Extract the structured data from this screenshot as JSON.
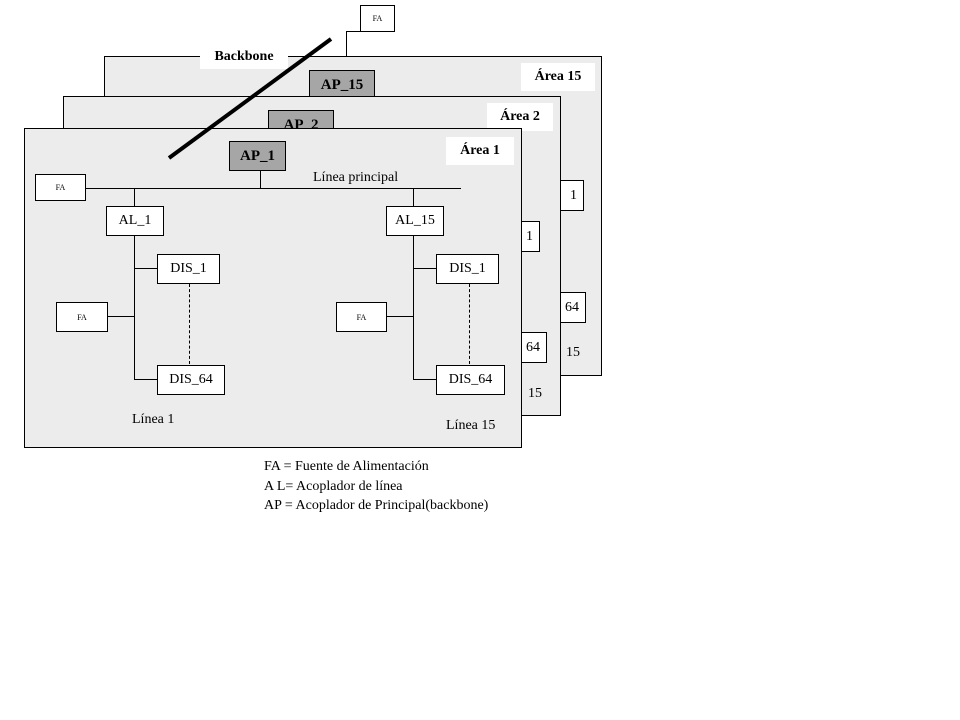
{
  "diagram": {
    "backbone_label": "Backbone",
    "area_labels": {
      "area15": "Área 15",
      "area2": "Área 2",
      "area1": "Área 1"
    },
    "couplers": {
      "ap15": "AP_15",
      "ap2": "AP_2",
      "ap1": "AP_1",
      "al1": "AL_1",
      "al15": "AL_15"
    },
    "devices": {
      "dis1": "DIS_1",
      "dis64": "DIS_64"
    },
    "power_supply": "FA",
    "main_line": "Línea principal",
    "line_labels": {
      "line1": "Línea 1",
      "line15": "Línea 15"
    },
    "back_fragments": {
      "p15_dis1": "1",
      "p15_dis64": "64",
      "p15_line": "15",
      "p2_dis1": "1",
      "p2_dis64": "64",
      "p2_line": "15"
    }
  },
  "legend": [
    "FA = Fuente de Alimentación",
    "A L= Acoplador de línea",
    "AP = Acoplador de Principal(backbone)"
  ]
}
